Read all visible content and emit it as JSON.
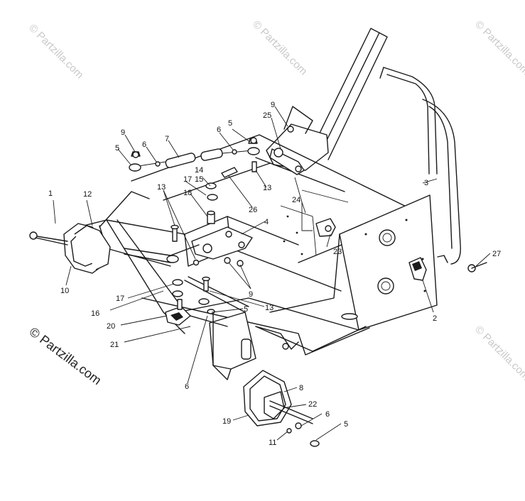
{
  "watermarks": [
    {
      "text": "© Partzilla.com"
    },
    {
      "text": "© Partzilla.com"
    },
    {
      "text": "© Partzilla.com"
    },
    {
      "text": "© Partzilla.com"
    }
  ],
  "main_watermark": "© Partzilla.com",
  "callouts": [
    {
      "label": "1"
    },
    {
      "label": "12"
    },
    {
      "label": "10"
    },
    {
      "label": "16"
    },
    {
      "label": "17"
    },
    {
      "label": "20"
    },
    {
      "label": "21"
    },
    {
      "label": "6"
    },
    {
      "label": "5"
    },
    {
      "label": "13"
    },
    {
      "label": "9"
    },
    {
      "label": "4"
    },
    {
      "label": "26"
    },
    {
      "label": "18"
    },
    {
      "label": "13"
    },
    {
      "label": "17"
    },
    {
      "label": "15"
    },
    {
      "label": "14"
    },
    {
      "label": "9"
    },
    {
      "label": "5"
    },
    {
      "label": "6"
    },
    {
      "label": "7"
    },
    {
      "label": "6"
    },
    {
      "label": "5"
    },
    {
      "label": "13"
    },
    {
      "label": "9"
    },
    {
      "label": "25"
    },
    {
      "label": "24"
    },
    {
      "label": "23"
    },
    {
      "label": "3"
    },
    {
      "label": "27"
    },
    {
      "label": "2"
    },
    {
      "label": "8"
    },
    {
      "label": "22"
    },
    {
      "label": "6"
    },
    {
      "label": "5"
    },
    {
      "label": "19"
    },
    {
      "label": "11"
    }
  ]
}
